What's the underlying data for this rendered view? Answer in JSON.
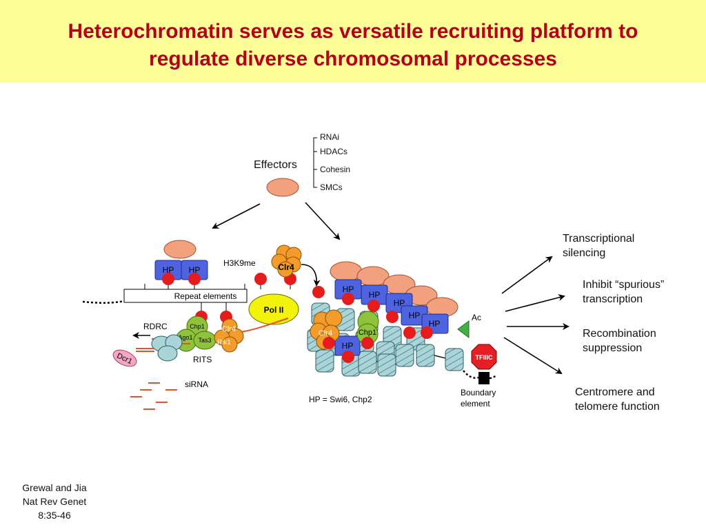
{
  "title": {
    "line1": "Heterochromatin serves as versatile recruiting platform to",
    "line2": "regulate diverse chromosomal processes"
  },
  "effectors": {
    "label": "Effectors",
    "items": [
      "RNAi",
      "HDACs",
      "Cohesin",
      "SMCs"
    ]
  },
  "labels": {
    "h3k9me": "H3K9me",
    "repeat_elements": "Repeat elements",
    "pol2": "Pol II",
    "rdrc": "RDRC",
    "rits": "RITS",
    "sirna": "siRNA",
    "dcr1": "Dcr1",
    "hp": "HP",
    "clr4": "Clr4",
    "chp1": "Chp1",
    "ago1": "Ago1",
    "tas3": "Tas3",
    "rik1": "Rik1",
    "ac": "Ac",
    "tfiiic": "TFIIIC",
    "boundary": "Boundary",
    "element": "element",
    "hp_legend": "HP = Swi6, Chp2"
  },
  "outcomes": [
    {
      "line1": "Transcriptional",
      "line2": "silencing"
    },
    {
      "line1": "Inhibit “spurious”",
      "line2": "transcription"
    },
    {
      "line1": "Recombination",
      "line2": "suppression"
    },
    {
      "line1": "Centromere and",
      "line2": "telomere function"
    }
  ],
  "citation": {
    "line1": "Grewal and Jia",
    "line2": "Nat Rev Genet",
    "line3": "8:35-46"
  },
  "colors": {
    "title_band": "#ffff99",
    "title_text": "#b3001b",
    "hp_blue": "#4e63e0",
    "effector_peach": "#f2a07e",
    "methyl_red": "#e61c1c",
    "clr4_orange": "#f39c2b",
    "chp1_green": "#8fc43a",
    "nucleosome_blue": "#a9d4d8",
    "pol2_yellow": "#f2f20a",
    "dcr1_pink": "#f4a6c6",
    "tfiiic_red": "#e41f26",
    "ac_green": "#45b045"
  }
}
